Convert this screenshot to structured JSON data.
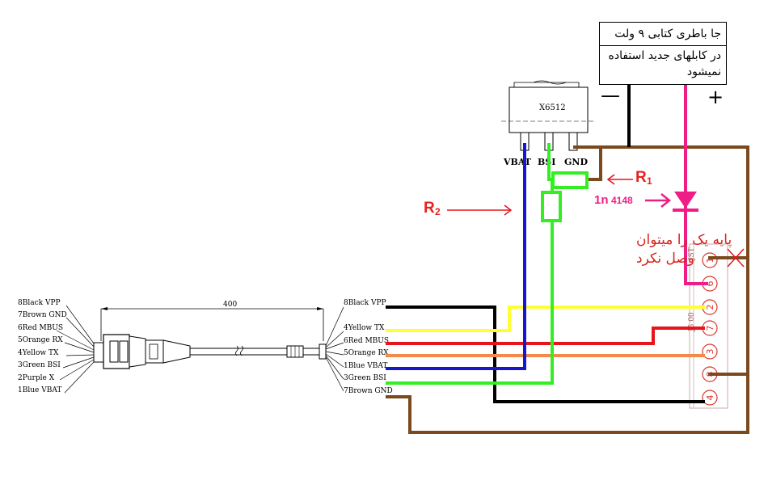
{
  "note": {
    "line1": "جا باطری کتابی ۹ ولت",
    "line2": "در کابلهای جدید استفاده نمیشود"
  },
  "battery": {
    "minus": "—",
    "plus": "+"
  },
  "chip": {
    "label": "X6512",
    "pins": [
      "VBAT",
      "BSI",
      "GND"
    ]
  },
  "r1": {
    "label": "R",
    "sub": "1"
  },
  "r2": {
    "label": "R",
    "sub": "2"
  },
  "diode": {
    "label_prefix": "1n",
    "label_suffix": "4148"
  },
  "warning": {
    "line1": "پایه یک را میتوان",
    "line2": "وصل نکرد"
  },
  "dimension": {
    "value": "400"
  },
  "left_pins": [
    "8Black VPP",
    "7Brown GND",
    "6Red MBUS",
    "5Orange RX",
    "4Yellow TX",
    "3Green BSI",
    "2Purple X",
    "1Blue VBAT"
  ],
  "right_pins": [
    "8Black VPP",
    "4Yellow TX",
    "6Red MBUS",
    "5Orange RX",
    "1Blue VBAT",
    "3Green BSI",
    "7Brown GND"
  ],
  "jst": {
    "label_top": "JST",
    "label_mid": "J5 00",
    "pins": [
      "1",
      "6",
      "2",
      "7",
      "3",
      "8",
      "4"
    ]
  },
  "colors": {
    "black": "#000000",
    "yellow": "#ffff33",
    "red": "#e8141c",
    "orange": "#f4894a",
    "blue": "#1717d0",
    "green": "#33ee22",
    "brown": "#7a4a1e",
    "pink": "#ee1e86",
    "connector": "#d9342a"
  }
}
